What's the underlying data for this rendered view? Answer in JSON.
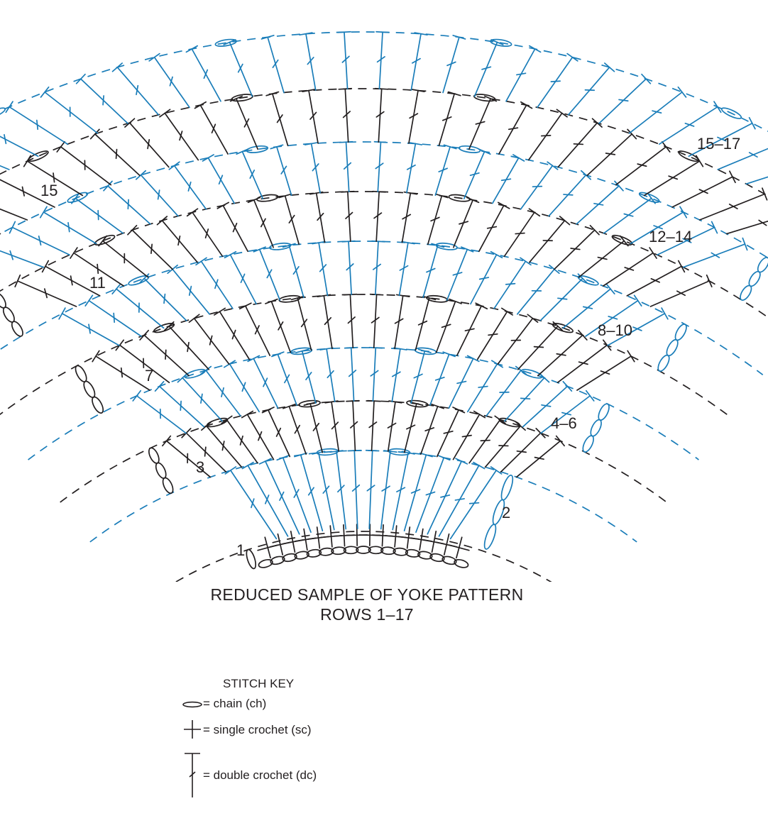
{
  "colors": {
    "black": "#231f20",
    "blue": "#1a7db9"
  },
  "row_labels": [
    {
      "id": "1",
      "text": "1"
    },
    {
      "id": "2",
      "text": "2"
    },
    {
      "id": "3",
      "text": "3"
    },
    {
      "id": "4-6",
      "text": "4–6"
    },
    {
      "id": "7",
      "text": "7"
    },
    {
      "id": "8-10",
      "text": "8–10"
    },
    {
      "id": "11",
      "text": "11"
    },
    {
      "id": "12-14",
      "text": "12–14"
    },
    {
      "id": "15",
      "text": "15"
    },
    {
      "id": "15-17",
      "text": "15–17"
    }
  ],
  "caption": {
    "line1": "REDUCED SAMPLE OF YOKE PATTERN",
    "line2": "ROWS 1–17"
  },
  "stitch_key": {
    "title": "STITCH KEY",
    "items": [
      {
        "icon": "chain-icon",
        "label": "= chain (ch)"
      },
      {
        "icon": "single-crochet-icon",
        "label": "= single crochet (sc)"
      },
      {
        "icon": "double-crochet-icon",
        "label": "= double crochet (dc)"
      }
    ]
  }
}
